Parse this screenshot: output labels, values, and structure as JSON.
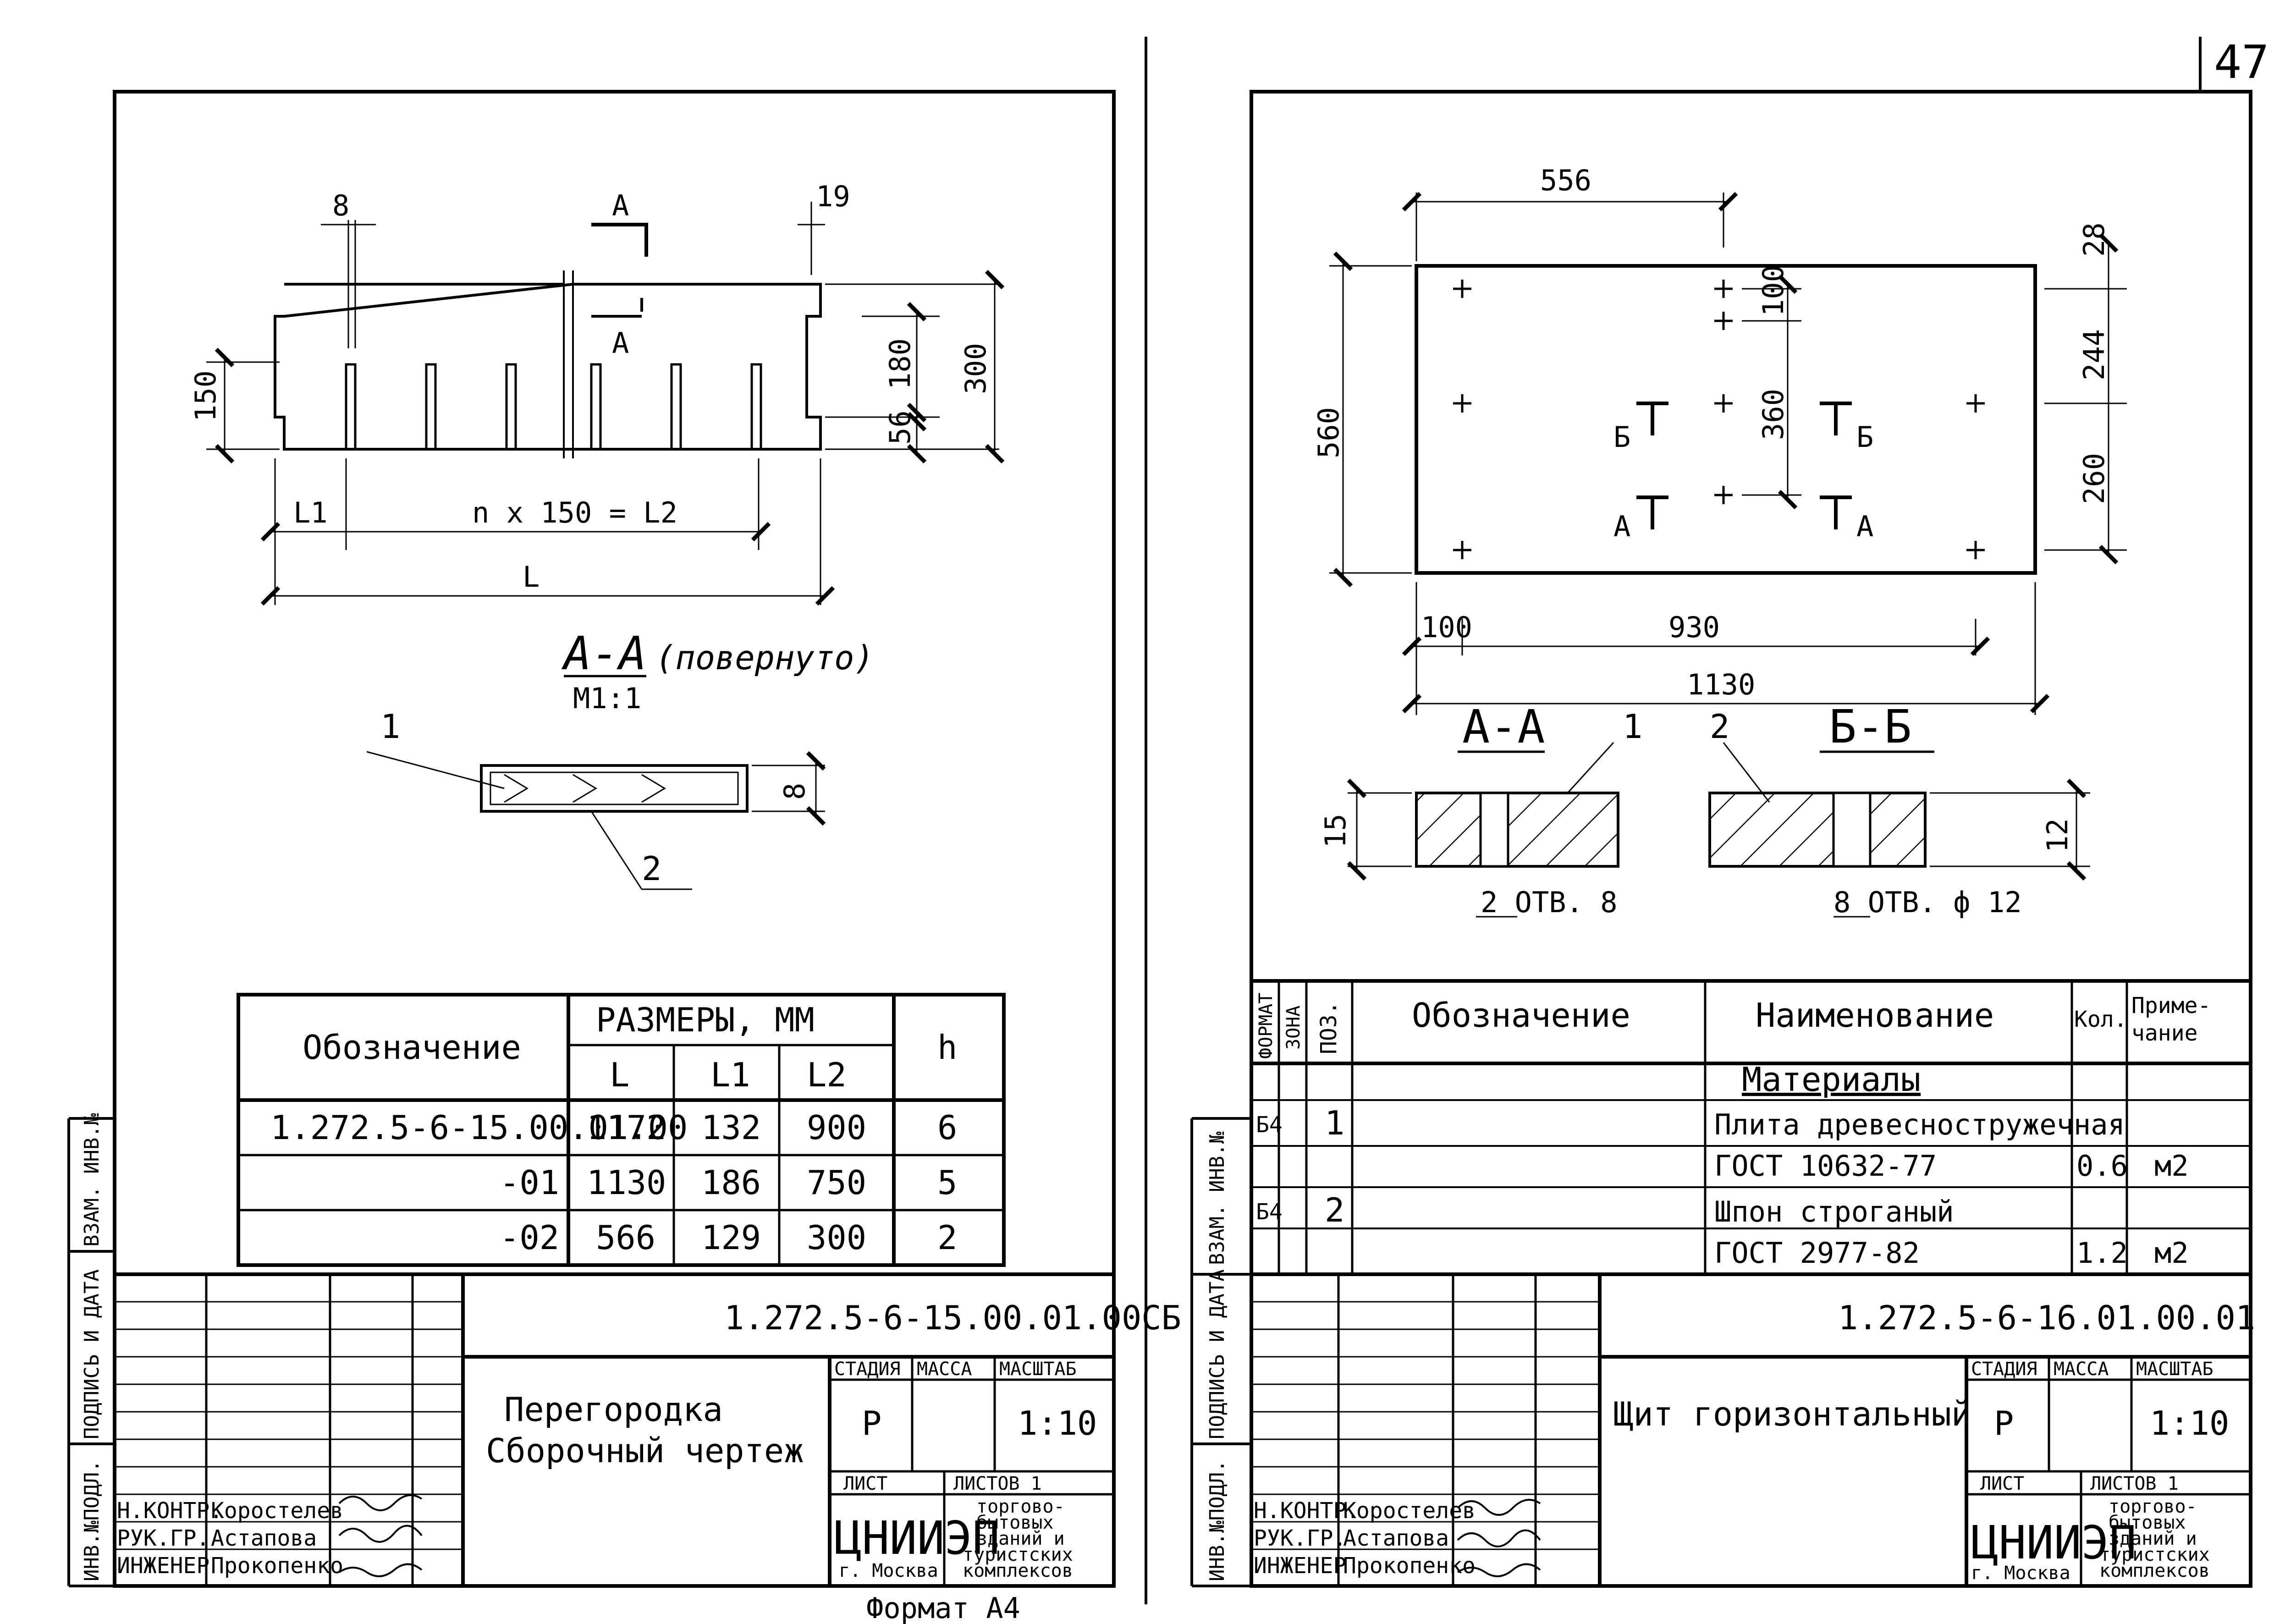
{
  "page_number": "47",
  "footer_format": "Формат А4",
  "left_sheet": {
    "drawing": {
      "dims": {
        "d8": "8",
        "d19": "19",
        "d150": "150",
        "d56": "56",
        "d180": "180",
        "d300": "300",
        "l1": "L1",
        "l2": "n x 150 = L2",
        "l": "L"
      },
      "section_marks": {
        "a_top": "A",
        "a_mid": "A"
      },
      "section": {
        "title": "A-A",
        "note": "(повернуто)",
        "scale": "М1:1",
        "callout_1": "1",
        "callout_2": "2",
        "dim_8": "8"
      }
    },
    "size_table": {
      "header_designation": "Обозначение",
      "header_sizes": "РАЗМЕРЫ, ММ",
      "header_L": "L",
      "header_L1": "L1",
      "header_L2": "L2",
      "header_h": "h",
      "rows": [
        {
          "designation": "1.272.5-6-15.00.01.00",
          "L": "1172",
          "L1": "132",
          "L2": "900",
          "h": "6"
        },
        {
          "designation": "-01",
          "L": "1130",
          "L1": "186",
          "L2": "750",
          "h": "5"
        },
        {
          "designation": "-02",
          "L": "566",
          "L1": "129",
          "L2": "300",
          "h": "2"
        }
      ]
    },
    "title_block": {
      "doc_number": "1.272.5-6-15.00.01.00СБ",
      "name_line1": "Перегородка",
      "name_line2": "Сборочный чертеж",
      "stage_label": "СТАДИЯ",
      "mass_label": "МАССА",
      "scale_label": "МАСШТАБ",
      "stage": "Р",
      "scale": "1:10",
      "sheet_label": "ЛИСТ",
      "sheets_label": "ЛИСТОВ 1",
      "org": "ЦНИИЭП",
      "city": "г. Москва",
      "purpose": [
        "торгово-",
        "бытовых",
        "зданий и",
        "туристских",
        "комплексов"
      ],
      "roles": [
        {
          "role": "Н.КОНТР.",
          "name": "Коростелев"
        },
        {
          "role": "РУК.ГР.",
          "name": "Астапова"
        },
        {
          "role": "ИНЖЕНЕР",
          "name": "Прокопенко"
        }
      ],
      "margin_labels": [
        "ВЗАМ. ИНВ.№",
        "ПОДПИСЬ И ДАТА",
        "ИНВ.№ПОДЛ."
      ]
    }
  },
  "right_sheet": {
    "drawing": {
      "dims": {
        "d556": "556",
        "d28": "28",
        "d100": "100",
        "d244": "244",
        "d560": "560",
        "d360": "360",
        "d260": "260",
        "d100b": "100",
        "d930": "930",
        "d1130": "1130"
      },
      "marks": {
        "b1": "Б",
        "b2": "Б",
        "a1": "А",
        "a2": "А"
      },
      "section_aa": {
        "title": "А-А",
        "callout": "1",
        "dim_15": "15",
        "holes": "2 ОТВ. 8"
      },
      "section_bb": {
        "title": "Б-Б",
        "callout": "2",
        "dim_12": "12",
        "holes": "8 ОТВ. ф 12"
      }
    },
    "spec_table": {
      "h_format": "ФОРМАТ",
      "h_zone": "ЗОНА",
      "h_pos": "ПОЗ.",
      "h_designation": "Обозначение",
      "h_name": "Наименование",
      "h_qty": "Кол.",
      "h_note1": "Приме-",
      "h_note2": "чание",
      "section": "Материалы",
      "rows": [
        {
          "format": "Б4",
          "pos": "1",
          "name": "Плита древесностружечная",
          "qty": "",
          "note": ""
        },
        {
          "format": "",
          "pos": "",
          "name": "ГОСТ 10632-77",
          "qty": "0.6",
          "note": "м2"
        },
        {
          "format": "Б4",
          "pos": "2",
          "name": "Шпон строганый",
          "qty": "",
          "note": ""
        },
        {
          "format": "",
          "pos": "",
          "name": "ГОСТ 2977-82",
          "qty": "1.2",
          "note": "м2"
        }
      ]
    },
    "title_block": {
      "doc_number": "1.272.5-6-16.01.00.01",
      "name": "Щит горизонтальный",
      "stage_label": "СТАДИЯ",
      "mass_label": "МАССА",
      "scale_label": "МАСШТАБ",
      "stage": "Р",
      "scale": "1:10",
      "sheet_label": "ЛИСТ",
      "sheets_label": "ЛИСТОВ 1",
      "org": "ЦНИИЭП",
      "city": "г. Москва",
      "purpose": [
        "торгово-",
        "бытовых",
        "зданий и",
        "туристских",
        "комплексов"
      ],
      "roles": [
        {
          "role": "Н.КОНТР.",
          "name": "Коростелев"
        },
        {
          "role": "РУК.ГР.",
          "name": "Астапова"
        },
        {
          "role": "ИНЖЕНЕР",
          "name": "Прокопенко"
        }
      ],
      "margin_labels": [
        "ВЗАМ. ИНВ.№",
        "ПОДПИСЬ И ДАТА",
        "ИНВ.№ПОДЛ."
      ]
    }
  }
}
